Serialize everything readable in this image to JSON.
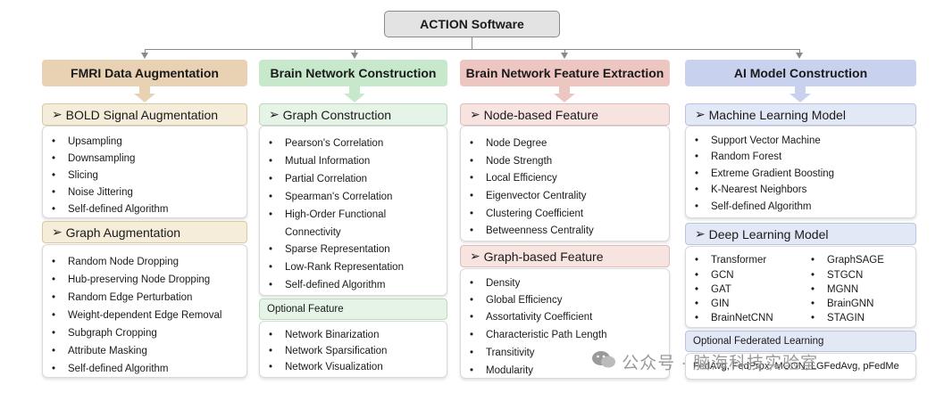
{
  "root": {
    "label": "ACTION Software"
  },
  "columns": [
    {
      "title": "FMRI Data Augmentation",
      "colors": {
        "head": "#e9d2b3",
        "section": "#f5edd9",
        "section_border": "#d9c9a3",
        "arrow": "#e9d2b3"
      },
      "sections": [
        {
          "title": "BOLD Signal Augmentation",
          "items": [
            "Upsampling",
            "Downsampling",
            "Slicing",
            "Noise Jittering",
            "Self-defined Algorithm"
          ]
        },
        {
          "title": "Graph Augmentation",
          "items": [
            "Random Node Dropping",
            "Hub-preserving Node Dropping",
            "Random Edge Perturbation",
            "Weight-dependent Edge Removal",
            "Subgraph Cropping",
            "Attribute Masking",
            "Self-defined Algorithm"
          ]
        }
      ]
    },
    {
      "title": "Brain Network Construction",
      "colors": {
        "head": "#c7e8cb",
        "section": "#e5f4e6",
        "section_border": "#b9dcbc",
        "arrow": "#c7e8cb"
      },
      "sections": [
        {
          "title": "Graph Construction",
          "items": [
            "Pearson's Correlation",
            "Mutual Information",
            "Partial Correlation",
            "Spearman's Correlation",
            "High-Order Functional",
            "Connectivity",
            "Sparse Representation",
            "Low-Rank Representation",
            "Self-defined Algorithm"
          ]
        }
      ],
      "optional": {
        "title": "Optional Feature",
        "items": [
          "Network Binarization",
          "Network Sparsification",
          "Network Visualization"
        ]
      }
    },
    {
      "title": "Brain Network Feature Extraction",
      "colors": {
        "head": "#edc6c2",
        "section": "#f7e3e0",
        "section_border": "#e1bcb7",
        "arrow": "#edc6c2"
      },
      "sections": [
        {
          "title": "Node-based Feature",
          "items": [
            "Node Degree",
            "Node Strength",
            "Local Efficiency",
            "Eigenvector Centrality",
            "Clustering Coefficient",
            "Betweenness Centrality"
          ]
        },
        {
          "title": "Graph-based Feature",
          "items": [
            "Density",
            "Global Efficiency",
            "Assortativity Coefficient",
            "Characteristic Path Length",
            "Transitivity",
            "Modularity"
          ]
        }
      ]
    },
    {
      "title": "AI Model Construction",
      "colors": {
        "head": "#c8d2ee",
        "section": "#e3e8f6",
        "section_border": "#b9c4e2",
        "arrow": "#c8d2ee"
      },
      "sections": [
        {
          "title": "Machine Learning Model",
          "items": [
            "Support Vector Machine",
            "Random Forest",
            "Extreme Gradient Boosting",
            "K-Nearest Neighbors",
            "Self-defined Algorithm"
          ]
        },
        {
          "title": "Deep Learning Model",
          "items_left": [
            "Transformer",
            "GCN",
            "GAT",
            "GIN",
            "BrainNetCNN"
          ],
          "items_right": [
            "GraphSAGE",
            "STGCN",
            "MGNN",
            "BrainGNN",
            "STAGIN"
          ]
        }
      ],
      "optional": {
        "title": "Optional Federated Learning",
        "text": "FedAvg, FedPrpx, MOON, LGFedAvg, pFedMe"
      }
    }
  ],
  "watermark": {
    "icon": "wechat-icon",
    "text": "公众号 · 脑海科技实验室"
  }
}
